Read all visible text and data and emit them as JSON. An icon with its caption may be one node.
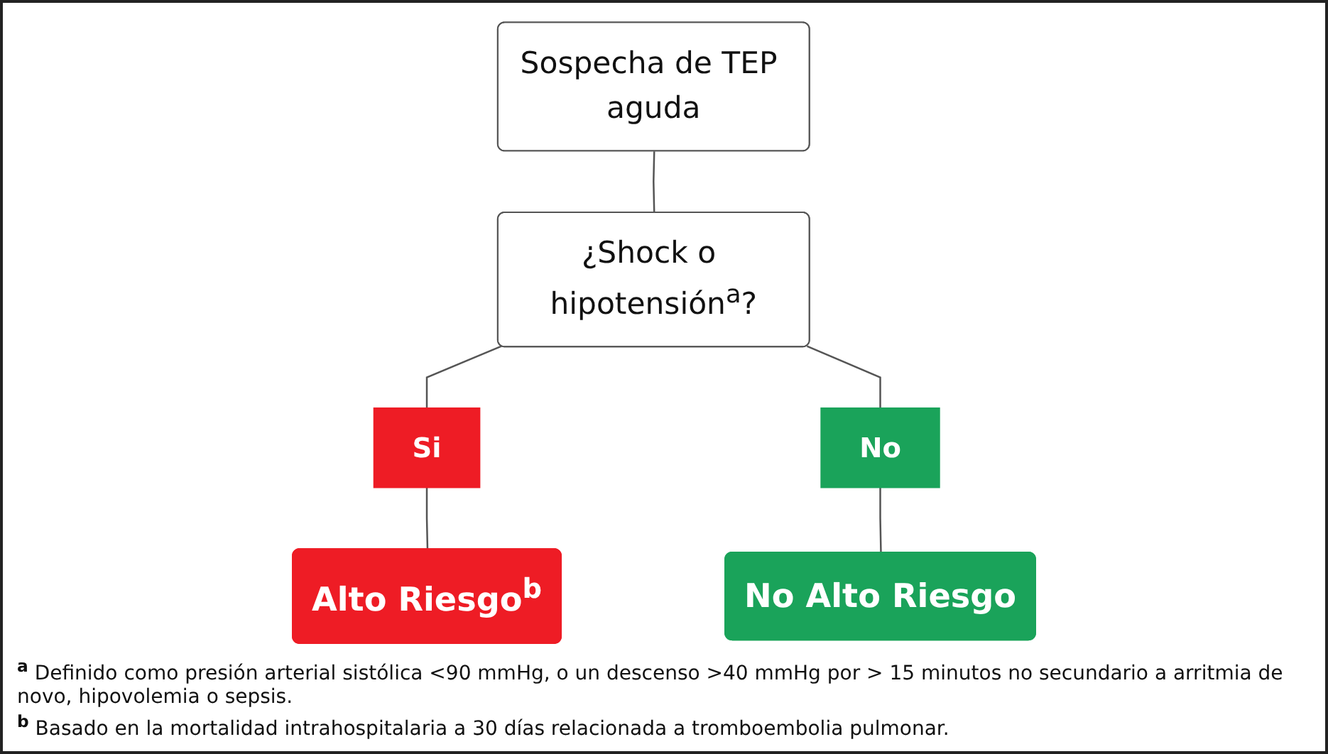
{
  "diagram": {
    "nodes": [
      {
        "text": [
          "Sospecha de TEP aguda"
        ]
      },
      {
        "text": [
          "¿Shock o hipotensión$^{a}$?"
        ]
      },
      {
        "text": [
          "Si"
        ]
      },
      {
        "text": [
          "No"
        ]
      },
      {
        "text": [
          "Alto Riesgo$^{b}$"
        ]
      },
      {
        "text": [
          "No Alto Riesgo"
        ]
      }
    ],
    "edges": [
      {
        "from": 0,
        "to": 1,
        "arrow": "none"
      },
      {
        "from": 1,
        "to": 2,
        "arrow": "none"
      },
      {
        "from": 1,
        "to": 3,
        "arrow": "none"
      },
      {
        "from": 2,
        "to": 4,
        "arrow": "none"
      },
      {
        "from": 3,
        "to": 5,
        "arrow": "none"
      }
    ],
    "labels": [
      "$^{a}$ Definido como presión arterial sistólica <90 mmHg, o un descenso >40 mmHg por > 15 minutos no secundario a arritmia de novo, hipovolemia o sepsis.",
      "$^{b}$ Basado en la mortalidad intrahospitalaria a 30 días relacionada a tromboembolia pulmonar."
    ]
  }
}
